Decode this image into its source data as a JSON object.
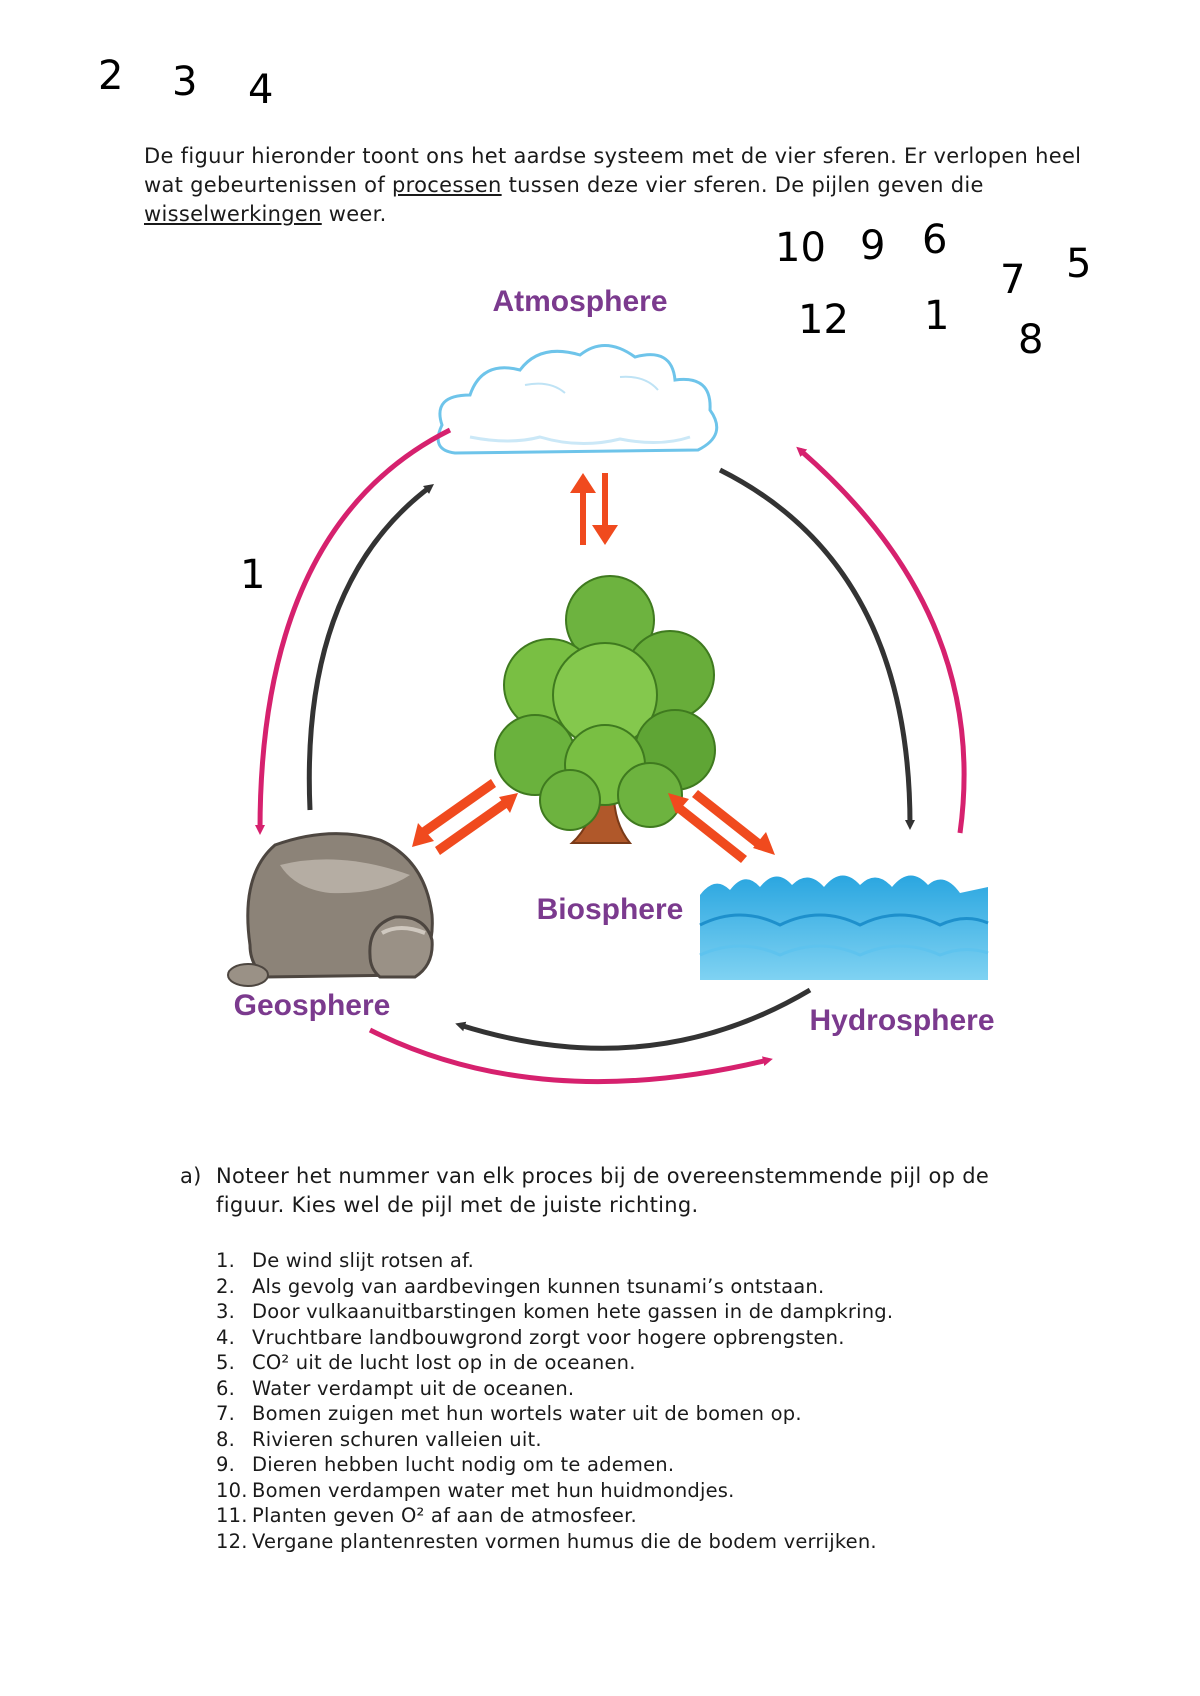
{
  "handwritten_numbers_top_left": [
    "2",
    "3",
    "4"
  ],
  "handwritten_numbers_top_right": [
    "10",
    "9",
    "6",
    "5",
    "7",
    "12",
    "1",
    "8"
  ],
  "intro": {
    "part1": "De figuur hieronder toont ons het aardse systeem met de vier sferen. Er verlopen heel wat gebeurtenissen of ",
    "link1": "processen",
    "part2": " tussen deze vier sferen. De pijlen geven die ",
    "link2": "wisselwerkingen",
    "part3": " weer."
  },
  "diagram": {
    "labels": {
      "atmosphere": "Atmosphere",
      "biosphere": "Biosphere",
      "geosphere": "Geosphere",
      "hydrosphere": "Hydrosphere"
    },
    "arrow_number_left": "1",
    "colors": {
      "pink_arrow": "#d6216e",
      "dark_arrow": "#333333",
      "orange_arrow": "#f04a1e",
      "label": "#7b3a8e",
      "water": "#3fb2e4",
      "cloud": "#ffffff",
      "rock": "#8c8378"
    }
  },
  "question": {
    "label": "a)",
    "text": "Noteer het nummer van elk proces bij de overeenstemmende pijl op de figuur. Kies wel de pijl met de juiste richting."
  },
  "processes": [
    {
      "n": "1.",
      "text": "De wind slijt rotsen af."
    },
    {
      "n": "2.",
      "text": "Als gevolg van aardbevingen kunnen tsunami’s ontstaan."
    },
    {
      "n": "3.",
      "text": "Door vulkaanuitbarstingen komen hete gassen in de dampkring."
    },
    {
      "n": "4.",
      "text": "Vruchtbare landbouwgrond zorgt voor hogere opbrengsten."
    },
    {
      "n": "5.",
      "text": "CO² uit de lucht lost op in de oceanen."
    },
    {
      "n": "6.",
      "text": "Water verdampt uit de oceanen."
    },
    {
      "n": "7.",
      "text": "Bomen zuigen met hun wortels water uit de bomen op."
    },
    {
      "n": "8.",
      "text": "Rivieren schuren valleien uit."
    },
    {
      "n": "9.",
      "text": "Dieren hebben lucht nodig om te ademen."
    },
    {
      "n": "10.",
      "text": "Bomen verdampen water met hun huidmondjes."
    },
    {
      "n": "11.",
      "text": "Planten geven O² af aan de atmosfeer."
    },
    {
      "n": "12.",
      "text": "Vergane plantenresten vormen humus die de bodem verrijken."
    }
  ]
}
